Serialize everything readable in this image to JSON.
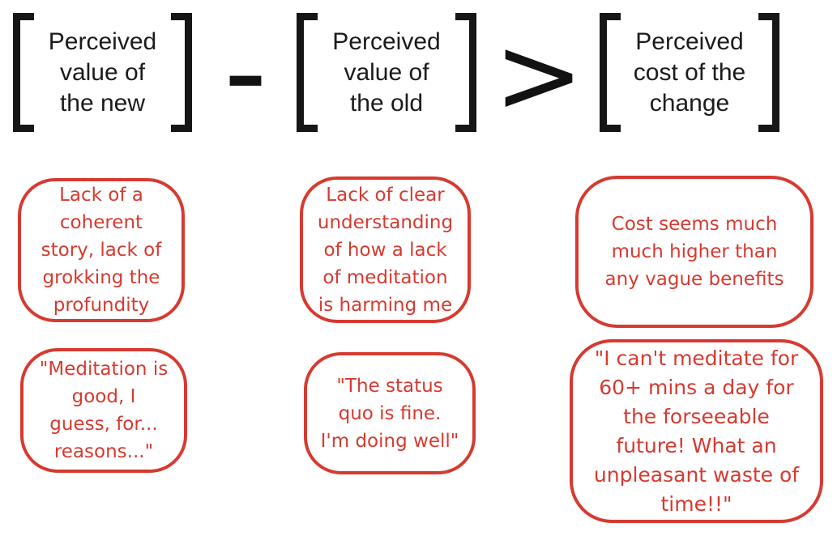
{
  "colors": {
    "ink": "#161616",
    "accent_red": "#d63a30"
  },
  "equation": {
    "term_new": "Perceived\nvalue of\nthe new",
    "minus_symbol": "−",
    "term_old": "Perceived\nvalue of\nthe old",
    "greater_symbol": ">",
    "term_cost": "Perceived\ncost of the\nchange"
  },
  "notes": {
    "new_barrier": "Lack of a\ncoherent\nstory, lack of\ngrokking the\nprofundity",
    "old_barrier": "Lack of clear\nunderstanding\nof how a lack\nof meditation\nis harming me",
    "cost_barrier": "Cost seems much\nmuch higher than\nany vague benefits",
    "new_quote": "\"Meditation is\ngood, I\nguess, for...\nreasons...\"",
    "old_quote": "\"The status\nquo is fine.\nI'm doing well\"",
    "cost_quote": "\"I can't meditate for\n60+ mins a day for\nthe forseeable\nfuture! What an\nunpleasant waste of\ntime!!\""
  }
}
